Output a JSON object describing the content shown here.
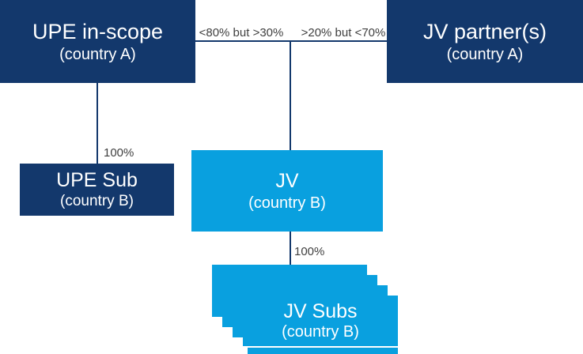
{
  "colors": {
    "navy": "#13386c",
    "blue": "#09a0df",
    "label_gray": "#3f3f3f",
    "box_text": "#ffffff",
    "background": "#ffffff"
  },
  "nodes": {
    "upe": {
      "name": "UPE in-scope",
      "location": "(country A)"
    },
    "jv_partner": {
      "name": "JV partner(s)",
      "location": "(country A)"
    },
    "upe_sub": {
      "name": "UPE Sub",
      "location": "(country B)"
    },
    "jv": {
      "name": "JV",
      "location": "(country B)"
    },
    "jv_subs": {
      "name": "JV Subs",
      "location": "(country B)"
    }
  },
  "edges": {
    "upe_to_jv": {
      "label": "<80% but >30%"
    },
    "partner_to_jv": {
      "label": ">20% but <70%"
    },
    "upe_to_upe_sub": {
      "label": "100%"
    },
    "jv_to_jv_subs": {
      "label": "100%"
    }
  }
}
